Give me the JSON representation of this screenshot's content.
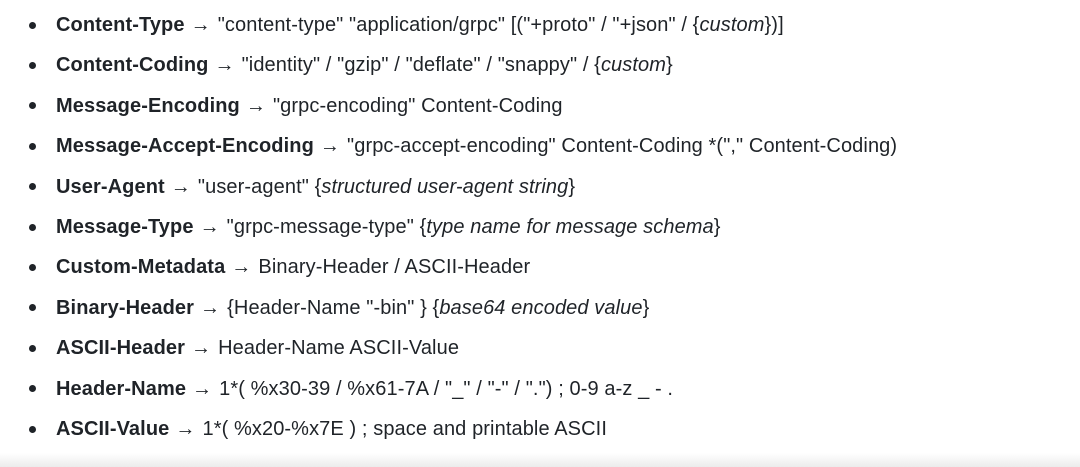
{
  "page": {
    "background_color": "#ffffff",
    "text_color": "#1f2328",
    "bottom_fade_color": "#ececec"
  },
  "list": {
    "arrow": "→",
    "items": [
      {
        "term": "Content-Type",
        "parts": [
          {
            "text": "\"content-type\" \"application/grpc\" [(\"+proto\" / \"+json\" / {",
            "italic": false
          },
          {
            "text": "custom",
            "italic": true
          },
          {
            "text": "})]",
            "italic": false
          }
        ]
      },
      {
        "term": "Content-Coding",
        "parts": [
          {
            "text": "\"identity\" / \"gzip\" / \"deflate\" / \"snappy\" / {",
            "italic": false
          },
          {
            "text": "custom",
            "italic": true
          },
          {
            "text": "}",
            "italic": false
          }
        ]
      },
      {
        "term": "Message-Encoding",
        "parts": [
          {
            "text": "\"grpc-encoding\" Content-Coding",
            "italic": false
          }
        ]
      },
      {
        "term": "Message-Accept-Encoding",
        "parts": [
          {
            "text": "\"grpc-accept-encoding\" Content-Coding *(\",\" Content-Coding)",
            "italic": false
          }
        ]
      },
      {
        "term": "User-Agent",
        "parts": [
          {
            "text": "\"user-agent\" {",
            "italic": false
          },
          {
            "text": "structured user-agent string",
            "italic": true
          },
          {
            "text": "}",
            "italic": false
          }
        ]
      },
      {
        "term": "Message-Type",
        "parts": [
          {
            "text": "\"grpc-message-type\" {",
            "italic": false
          },
          {
            "text": "type name for message schema",
            "italic": true
          },
          {
            "text": "}",
            "italic": false
          }
        ]
      },
      {
        "term": "Custom-Metadata",
        "parts": [
          {
            "text": "Binary-Header / ASCII-Header",
            "italic": false
          }
        ]
      },
      {
        "term": "Binary-Header",
        "parts": [
          {
            "text": "{Header-Name \"-bin\" } {",
            "italic": false
          },
          {
            "text": "base64 encoded value",
            "italic": true
          },
          {
            "text": "}",
            "italic": false
          }
        ]
      },
      {
        "term": "ASCII-Header",
        "parts": [
          {
            "text": "Header-Name ASCII-Value",
            "italic": false
          }
        ]
      },
      {
        "term": "Header-Name",
        "parts": [
          {
            "text": "1*( %x30-39 / %x61-7A / \"_\" / \"-\" / \".\") ; 0-9 a-z _ - .",
            "italic": false
          }
        ]
      },
      {
        "term": "ASCII-Value",
        "parts": [
          {
            "text": "1*( %x20-%x7E ) ; space and printable ASCII",
            "italic": false
          }
        ]
      }
    ]
  }
}
